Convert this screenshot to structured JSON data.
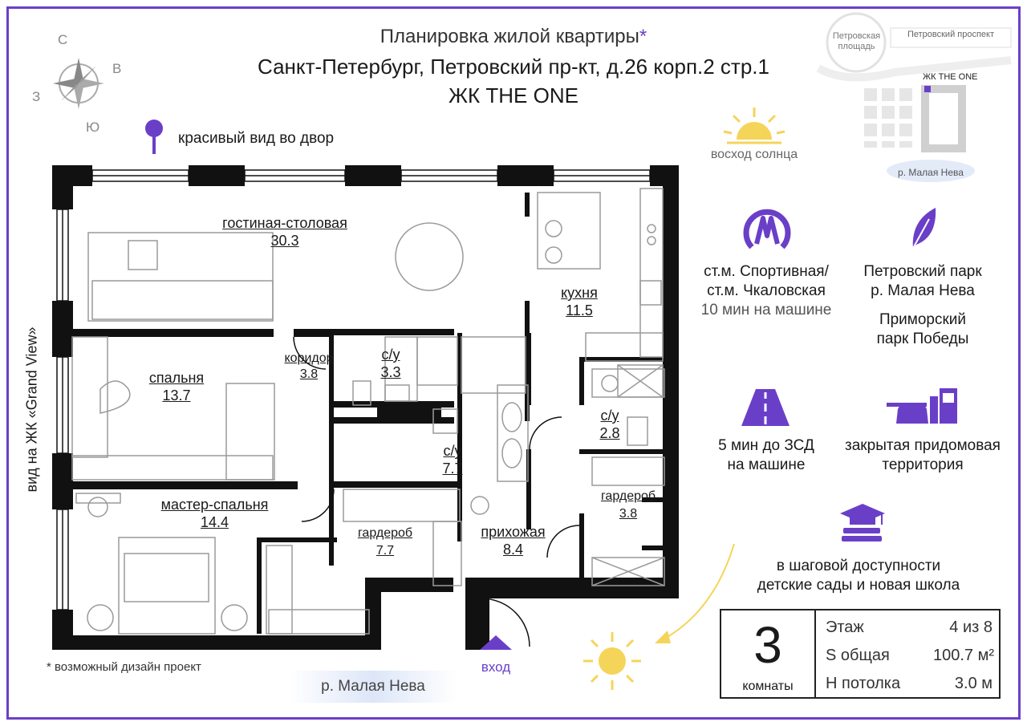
{
  "header": {
    "title": "Планировка жилой квартиры",
    "title_mark": "*",
    "address": "Санкт-Петербург, Петровский пр-кт, д.26 корп.2 стр.1",
    "complex": "ЖК THE ONE"
  },
  "compass": {
    "n": "С",
    "e": "В",
    "s": "Ю",
    "w": "З"
  },
  "view_note": "красивый вид во двор",
  "side_view": "вид на ЖК «Grand View»",
  "rooms": [
    {
      "name": "гостиная-столовая",
      "area": "30.3"
    },
    {
      "name": "кухня",
      "area": "11.5"
    },
    {
      "name": "коридор",
      "area": "3.8"
    },
    {
      "name": "с/у",
      "area": "3.3"
    },
    {
      "name": "спальня",
      "area": "13.7"
    },
    {
      "name": "с/у",
      "area": "7.7"
    },
    {
      "name": "с/у",
      "area": "2.8"
    },
    {
      "name": "мастер-спальня",
      "area": "14.4"
    },
    {
      "name": "гардероб",
      "area": "7.7"
    },
    {
      "name": "прихожая",
      "area": "8.4"
    },
    {
      "name": "гардероб",
      "area": "3.8"
    }
  ],
  "entrance": "вход",
  "footnote": "* возможный дизайн проект",
  "river_bottom": "р. Малая Нева",
  "minimap": {
    "square": "Петровская площадь",
    "avenue": "Петровский проспект",
    "label": "ЖК THE ONE",
    "river": "р. Малая Нева"
  },
  "sunrise": "восход солнца",
  "features": {
    "metro": [
      "ст.м. Спортивная/",
      "ст.м. Чкаловская",
      "10 мин на машине"
    ],
    "park": [
      "Петровский парк",
      "р. Малая Нева",
      "Приморский",
      "парк Победы"
    ],
    "road": [
      "5 мин до ЗСД",
      "на машине"
    ],
    "closed": [
      "закрытая придомовая",
      "территория"
    ],
    "school": [
      "в шаговой доступности",
      "детские сады и новая школа"
    ]
  },
  "summary": {
    "rooms_count": "3",
    "rooms_label": "комнаты",
    "floor_label": "Этаж",
    "floor_value": "4 из 8",
    "area_label": "S общая",
    "area_value": "100.7 м²",
    "height_label": "H потолка",
    "height_value": "3.0 м"
  },
  "colors": {
    "accent": "#6a3fc8",
    "wall": "#111111",
    "furniture": "#9a9a9a"
  }
}
